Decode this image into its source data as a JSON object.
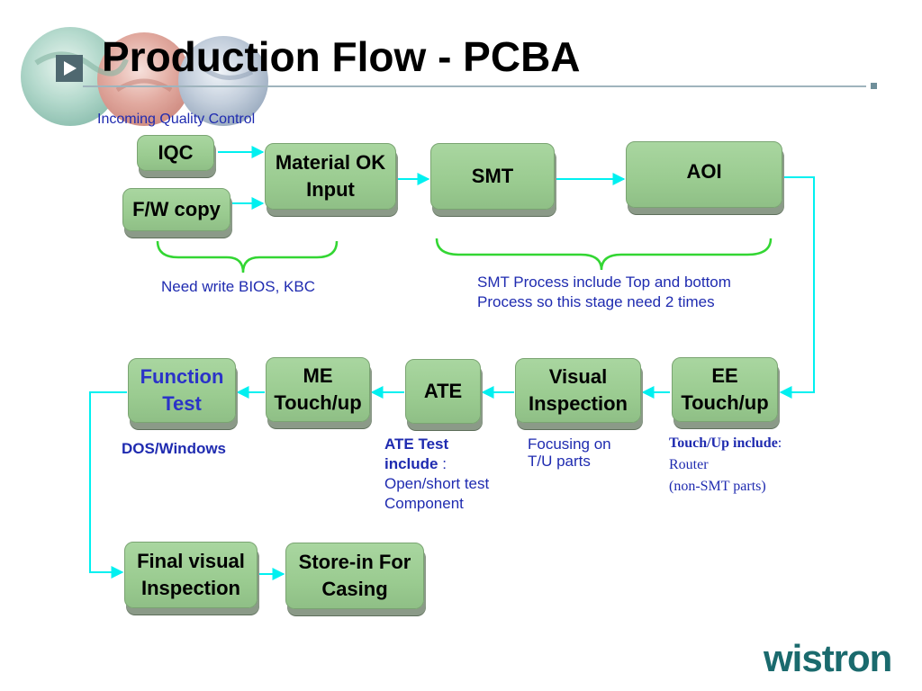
{
  "title": "Production Flow - PCBA",
  "header_note": "Incoming Quality Control",
  "colors": {
    "arrow": "#00f0f0",
    "box_fill": "#9acb90",
    "note_text": "#1f2bb0",
    "brace": "#33d633",
    "accent_blue": "#2b33c8"
  },
  "steps": {
    "iqc": "IQC",
    "fw_copy": "F/W copy",
    "material_ok": [
      "Material OK",
      "Input"
    ],
    "smt": "SMT",
    "aoi": "AOI",
    "ee_touch": [
      "EE",
      "Touch/up"
    ],
    "visual_inspection": [
      "Visual",
      "Inspection"
    ],
    "ate": "ATE",
    "me_touch": [
      "ME",
      "Touch/up"
    ],
    "function_test": [
      "Function",
      "Test"
    ],
    "final_visual": [
      "Final visual",
      "Inspection"
    ],
    "store_in": [
      "Store-in For",
      "Casing"
    ]
  },
  "notes": {
    "bios": "Need write BIOS, KBC",
    "smt_process": [
      "SMT Process include Top and bottom",
      "Process so this stage need 2 times"
    ],
    "dos_windows": "DOS/Windows",
    "ate_heading": [
      "ATE Test",
      "include"
    ],
    "ate_sep": " :",
    "ate_items": [
      "Open/short test",
      "Component"
    ],
    "focusing": [
      "Focusing on",
      "T/U parts"
    ],
    "touchup_heading": "Touch/Up include",
    "touchup_sep": ":",
    "touchup_items": [
      "Router",
      "(non-SMT parts)"
    ]
  },
  "logo": "wistron",
  "icons": {
    "play": "play-icon",
    "globes": "globe-decoration"
  }
}
